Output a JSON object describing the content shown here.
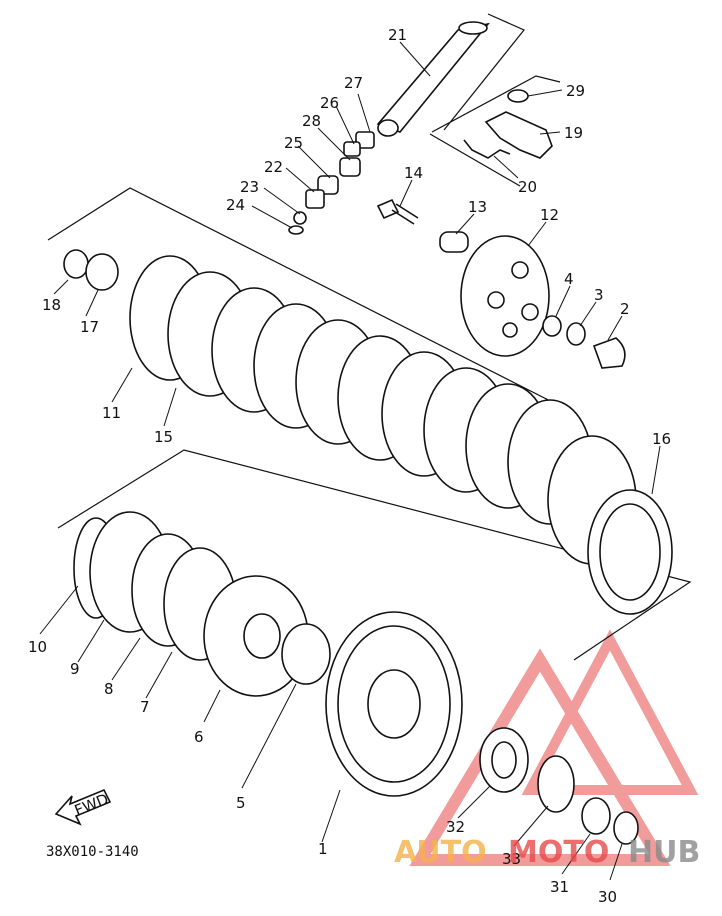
{
  "diagram": {
    "part_numbers": [
      "1",
      "2",
      "3",
      "4",
      "5",
      "6",
      "7",
      "8",
      "9",
      "10",
      "11",
      "12",
      "13",
      "14",
      "15",
      "16",
      "17",
      "18",
      "19",
      "20",
      "21",
      "22",
      "23",
      "24",
      "25",
      "26",
      "27",
      "28",
      "29",
      "30",
      "31",
      "32",
      "33"
    ],
    "drawing_code": "38X010-3140",
    "fwd_label": "FWD"
  },
  "watermark": {
    "part1": "AUTO",
    "part2": "MOTO",
    "part3": "HUB",
    "colors": {
      "red": "#e84a4a",
      "orange": "#f5b24a",
      "gray": "#8a8a8a"
    }
  }
}
